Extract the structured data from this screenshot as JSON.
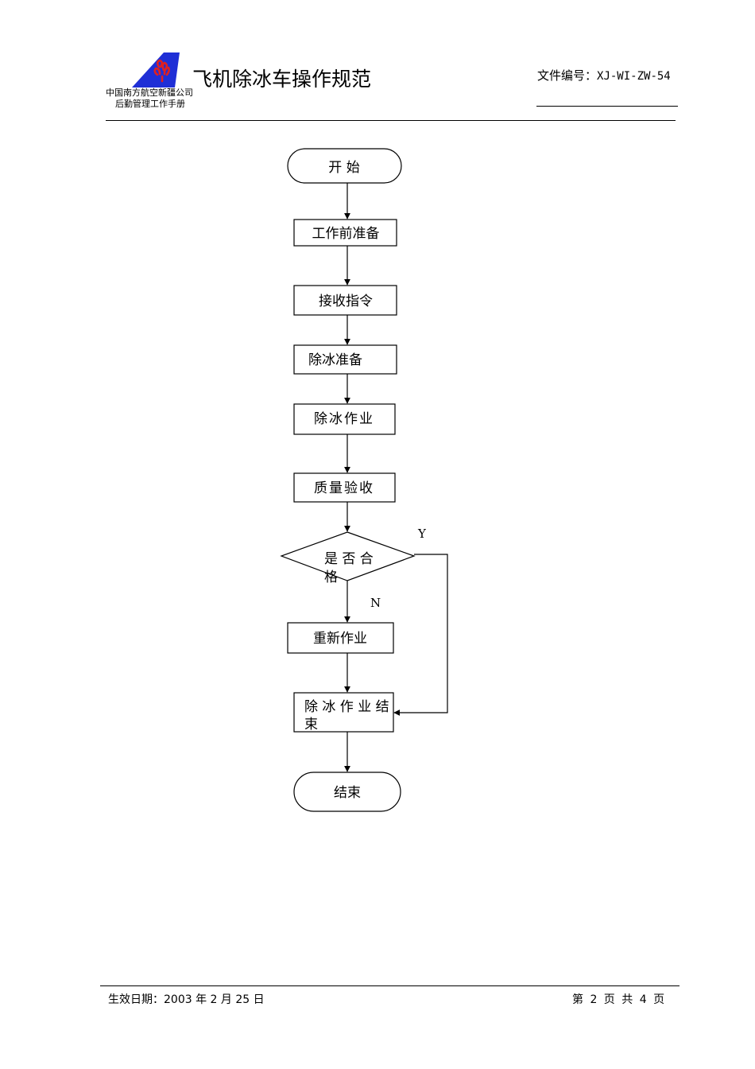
{
  "header": {
    "company_line1": "中国南方航空新疆公司",
    "company_line2": "后勤管理工作手册",
    "title": "飞机除冰车操作规范",
    "doc_number_label": "文件编号：",
    "doc_number": "XJ-WI-ZW-54"
  },
  "flowchart": {
    "start": "开 始",
    "steps": [
      "工作前准备",
      "接收指令",
      "除冰准备",
      "除冰作业",
      "质量验收"
    ],
    "decision_line1": "是 否 合",
    "decision_line2": "格",
    "branch_yes": "Y",
    "branch_no": "N",
    "rework": "重新作业",
    "finish_line1": "除 冰 作 业 结",
    "finish_line2": "束",
    "end": "结束"
  },
  "footer": {
    "effective_date": "生效日期：2003 年 2 月 25 日",
    "page": "第 2 页 共 4 页"
  },
  "colors": {
    "logo_blue": "#1f2fd6",
    "logo_red": "#e02020"
  }
}
